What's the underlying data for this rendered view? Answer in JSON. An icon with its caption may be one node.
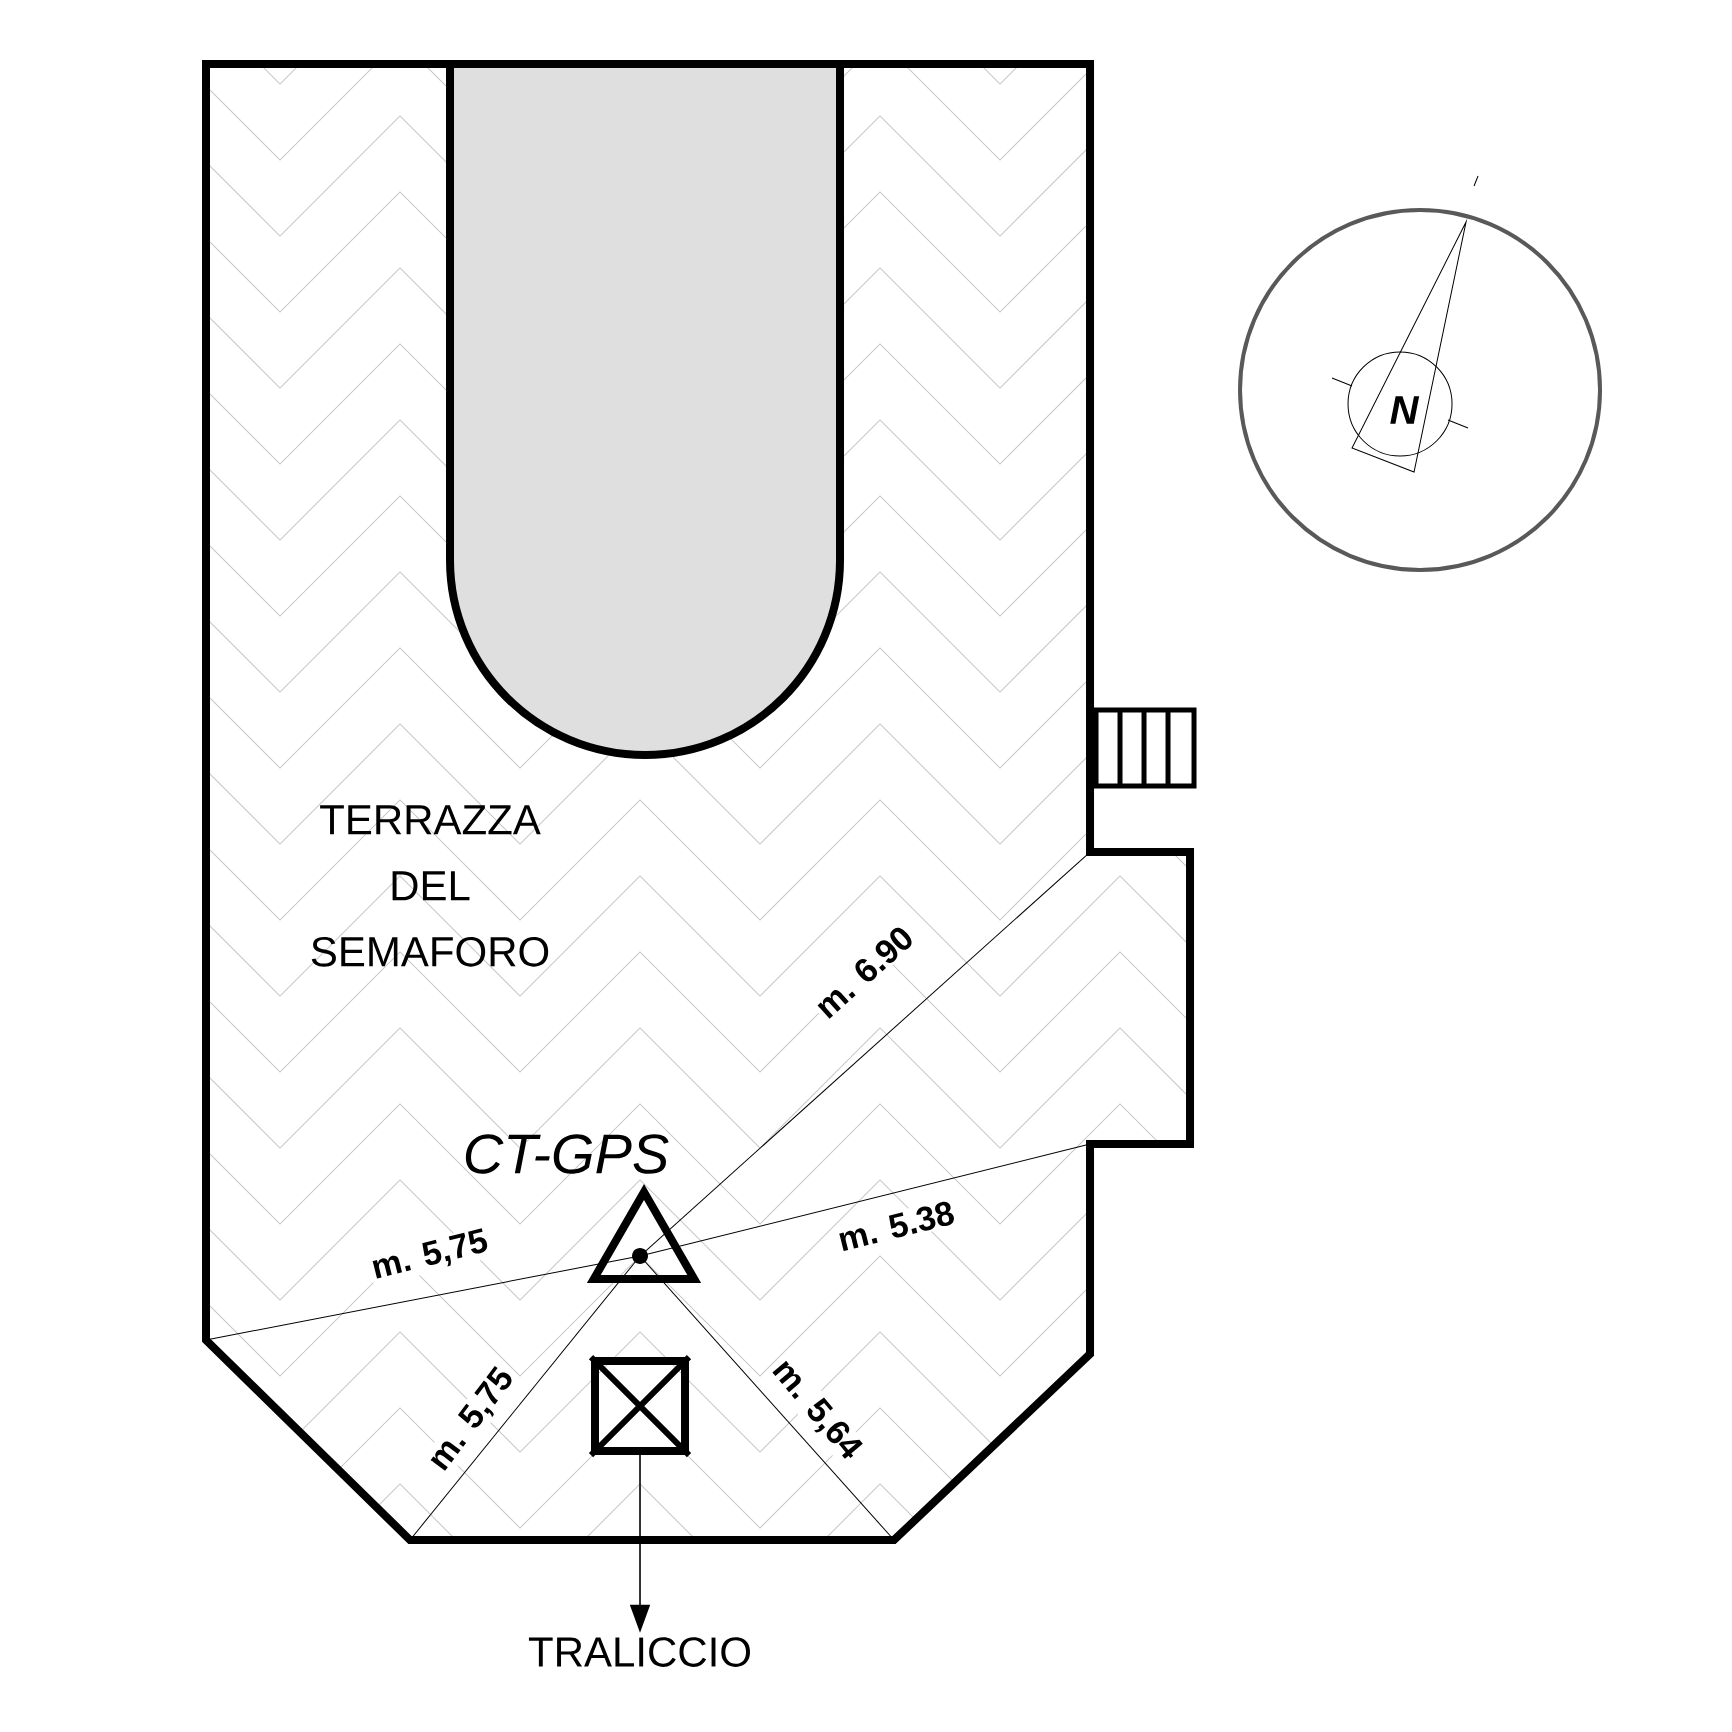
{
  "diagram": {
    "nodes": [
      {
        "text": [
          "CT-GPS"
        ]
      },
      {
        "text": [],
        "shape": "box"
      },
      {
        "text": [
          "TRALICCIO"
        ]
      }
    ],
    "edges": [
      {
        "from": 1,
        "to": 2,
        "arrow": "to"
      }
    ],
    "labels": [
      "N",
      "TERRAZZA DEL SEMAFORO",
      "m. 6.90",
      "m. 5,75",
      "m. 5.38",
      "m. 5,75",
      "m. 5,64"
    ]
  }
}
